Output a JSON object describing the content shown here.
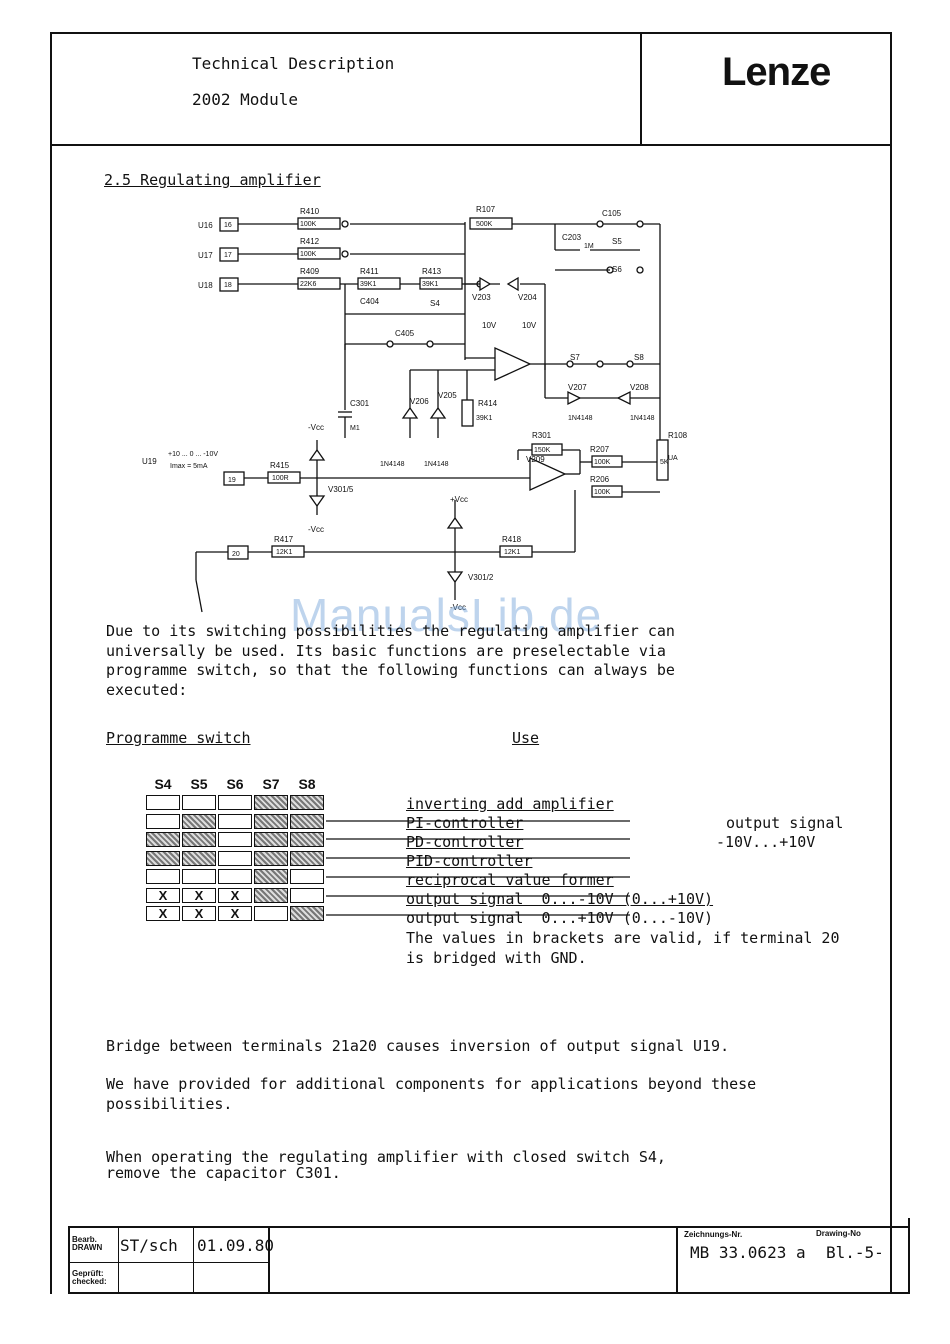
{
  "header": {
    "title": "Technical Description",
    "module": "2002 Module",
    "logo": "Lenze"
  },
  "section": {
    "heading": "2.5  Regulating amplifier"
  },
  "schematic": {
    "labels": [
      "U16",
      "16",
      "U17",
      "17",
      "U18",
      "18",
      "R410",
      "100K",
      "R412",
      "100K",
      "R409",
      "22K6",
      "R411",
      "39K1",
      "R413",
      "39K1",
      "R107",
      "500K",
      "C105",
      "C203",
      "1M",
      "S5",
      "S6",
      "C404",
      "S4",
      "C405",
      "V203",
      "10V",
      "V204",
      "10V",
      "S7",
      "S8",
      "V207",
      "1N4148",
      "V208",
      "1N4148",
      "V206",
      "V205",
      "R414",
      "39K1",
      "C301",
      "M1",
      "1N4148",
      "1N4148",
      "R301",
      "150K",
      "V209",
      "R207",
      "100K",
      "R108",
      "5K",
      "UA",
      "R206",
      "100K",
      "U19",
      "+10 ... 0 ... -10V",
      "Imax = 5mA",
      "19",
      "R415",
      "100R",
      "V301/5",
      "-Vcc",
      "-Vcc",
      "+Vcc",
      "20",
      "R417",
      "12K1",
      "R418",
      "12K1",
      "V301/2",
      "-Vcc"
    ]
  },
  "watermark": "ManualsLib.de",
  "intro_lines": [
    "Due to its switching possibilities the regulating amplifier can",
    "universally be used. Its basic functions are preselectable via",
    "programme switch, so that the following functions can always be",
    "executed:"
  ],
  "table_headings": {
    "switch": "Programme switch",
    "use": "Use"
  },
  "switch_names": [
    "S4",
    "S5",
    "S6",
    "S7",
    "S8"
  ],
  "switch_rows": [
    [
      "",
      "",
      "",
      "h",
      "h"
    ],
    [
      "",
      "h",
      "",
      "h",
      "h"
    ],
    [
      "h",
      "h",
      "",
      "h",
      "h"
    ],
    [
      "h",
      "h",
      "",
      "h",
      "h"
    ],
    [
      "",
      "",
      "",
      "h",
      ""
    ],
    [
      "X",
      "X",
      "X",
      "h",
      ""
    ],
    [
      "X",
      "X",
      "X",
      "",
      "h"
    ]
  ],
  "functions": [
    "inverting add amplifier",
    "PI-controller",
    "PD-controller",
    "PID-controller",
    "reciprocal value former",
    "output signal  0...-10V (0...+10V)",
    "output signal  0...+10V (0...-10V)"
  ],
  "side_note": {
    "line1": "output signal",
    "line2": "-10V...+10V"
  },
  "bracket_note": [
    "The values in brackets are valid, if terminal 20",
    "is bridged with GND."
  ],
  "paragraphs": {
    "bridge": "Bridge between terminals 21a20 causes inversion of output signal U19.",
    "provided": [
      "We have provided for additional components for applications beyond these",
      "possibilities."
    ],
    "operating": [
      "When operating the regulating amplifier with closed switch S4,",
      "remove the capacitor C301."
    ]
  },
  "footer": {
    "drawn_label": "Bearb. DRAWN",
    "checked_label": "Geprüft: checked:",
    "drawn_by": "ST/sch",
    "date": "01.09.80",
    "drawing_no_label_de": "Zeichnungs-Nr.",
    "drawing_no_label_en": "Drawing-No",
    "drawing_no": "MB 33.0623 a",
    "sheet": "Bl.-5-"
  }
}
